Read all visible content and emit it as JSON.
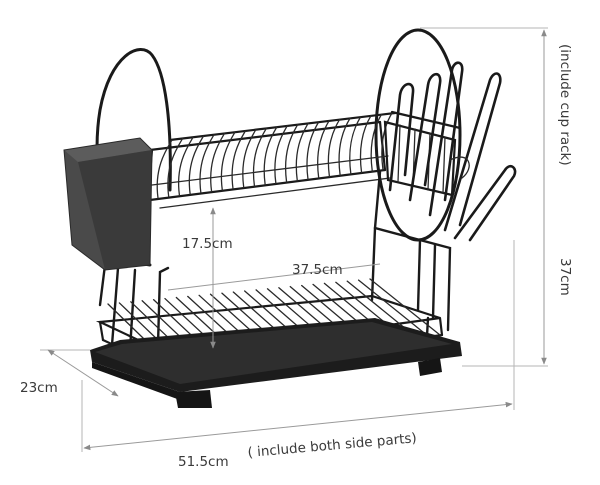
{
  "dimensions": {
    "shelf_gap": "17.5cm",
    "inner_width": "37.5cm",
    "height": "37cm",
    "height_note": "(include cup rack)",
    "depth": "23cm",
    "total_width": "51.5cm",
    "total_width_note": "( include both side parts)"
  },
  "colors": {
    "wire": "#1a1a1a",
    "tray": "#1c1c1c",
    "cup_holder": "#4a4a4a",
    "dimension_line": "#9a9a9a",
    "text": "#3a3a3a"
  }
}
